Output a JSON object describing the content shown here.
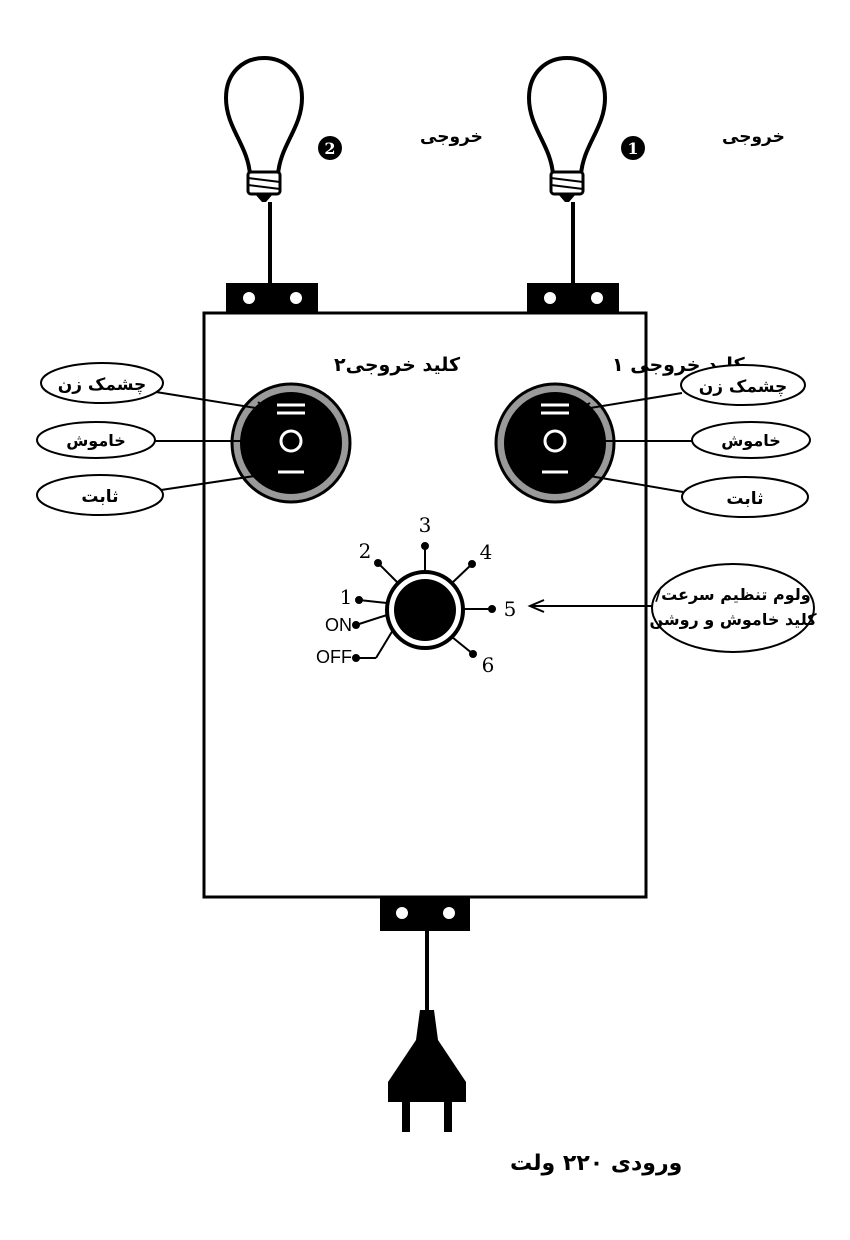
{
  "outputs": {
    "out1": {
      "label": "خروجی",
      "number": "1"
    },
    "out2": {
      "label": "خروجی",
      "number": "2"
    }
  },
  "switches": {
    "switch1": {
      "title": "کلید خروجی ۱",
      "blink": "چشمک زن",
      "off": "خاموش",
      "steady": "ثابت"
    },
    "switch2": {
      "title": "کلید خروجی۲",
      "blink": "چشمک زن",
      "off": "خاموش",
      "steady": "ثابت"
    }
  },
  "dial": {
    "positions": [
      "OFF",
      "ON",
      "1",
      "2",
      "3",
      "4",
      "5",
      "6"
    ],
    "callout_line1": "ولوم تنظیم سرعت/",
    "callout_line2": "کلید خاموش و روشن"
  },
  "input_label": "ورودی ۲۲۰ ولت",
  "colors": {
    "ink": "#000000",
    "switch_ring": "#9a9a9a",
    "paper": "#ffffff"
  }
}
